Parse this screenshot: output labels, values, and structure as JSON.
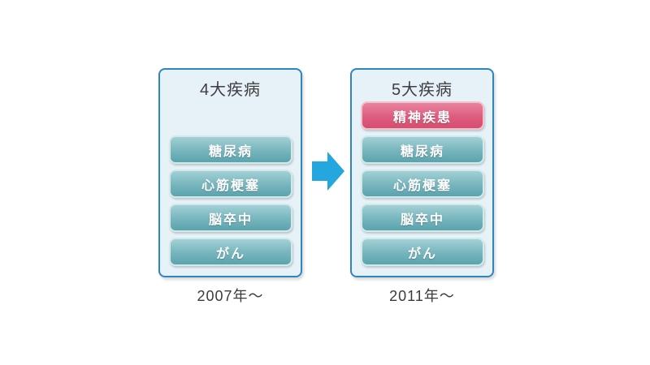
{
  "left_panel": {
    "title": "4大疾病",
    "caption": "2007年〜",
    "items": [
      {
        "label": "糖尿病"
      },
      {
        "label": "心筋梗塞"
      },
      {
        "label": "脳卒中"
      },
      {
        "label": "がん"
      }
    ]
  },
  "right_panel": {
    "title": "5大疾病",
    "caption": "2011年〜",
    "items": [
      {
        "label": "精神疾患",
        "highlight": true
      },
      {
        "label": "糖尿病"
      },
      {
        "label": "心筋梗塞"
      },
      {
        "label": "脳卒中"
      },
      {
        "label": "がん"
      }
    ]
  },
  "arrow": {
    "name": "right-arrow",
    "color": "#24a6de"
  },
  "colors": {
    "panel_border": "#2e86c1",
    "panel_background": "#e6f1f8",
    "teal_pill_top": "#a2d1d5",
    "teal_pill_bottom": "#5aa3ad",
    "pink_pill_top": "#e9849e",
    "pink_pill_bottom": "#d54e70",
    "title_text": "#3f3f3f",
    "caption_text": "#3b3b3b"
  }
}
